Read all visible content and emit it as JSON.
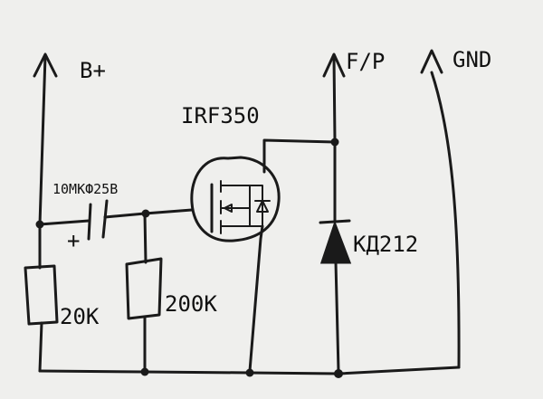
{
  "labels": {
    "b_plus": "B+",
    "fp": "F/P",
    "gnd": "GND",
    "transistor": "IRF350",
    "capacitor": "10МКФ25В",
    "cap_polarity": "+",
    "diode": "КД212",
    "r1": "20K",
    "r2": "200K"
  }
}
